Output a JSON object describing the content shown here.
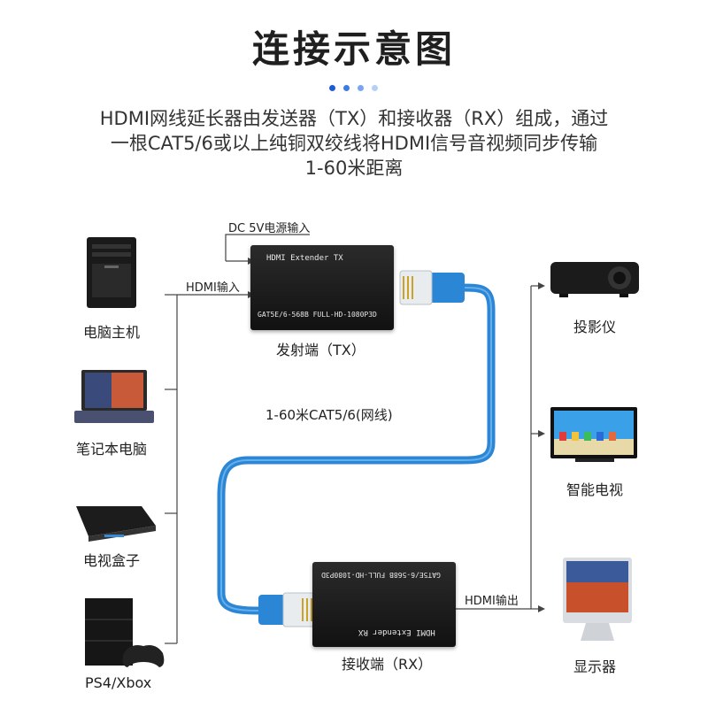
{
  "header": {
    "title": "连接示意图",
    "dot_colors": [
      "#1e5bd8",
      "#3d7be6",
      "#7aa6ef",
      "#b5cff5"
    ]
  },
  "description": {
    "line1": "HDMI网线延长器由发送器（TX）和接收器（RX）组成，通过",
    "line2": "一根CAT5/6或以上纯铜双绞线将HDMI信号音视频同步传输",
    "line3": "1-60米距离"
  },
  "sources": {
    "computer": "电脑主机",
    "laptop": "笔记本电脑",
    "tvbox": "电视盒子",
    "console": "PS4/Xbox"
  },
  "transmitter": {
    "power_label": "DC 5V电源输入",
    "hdmi_in_label": "HDMI输入",
    "box_top": "HDMI  Extender  TX",
    "box_bottom": "GAT5E/6-568B FULL-HD-1080P3D",
    "caption": "发射端（TX）"
  },
  "cable": {
    "label": "1-60米CAT5/6(网线)",
    "color": "#2c86d6"
  },
  "receiver": {
    "box_top": "GAT5E/6-568B FULL-HD-1080P3D",
    "box_bottom": "HDMI  Extender  RX",
    "hdmi_out_label": "HDMI输出",
    "caption": "接收端（RX）"
  },
  "displays": {
    "projector": "投影仪",
    "smart_tv": "智能电视",
    "monitor": "显示器"
  }
}
